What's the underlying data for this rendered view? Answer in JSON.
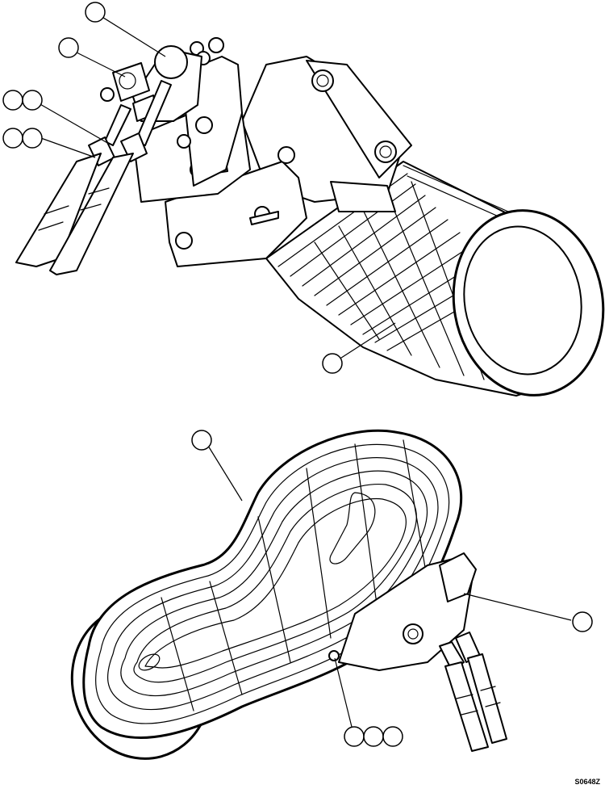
{
  "figure": {
    "code": "S0648Z",
    "ink_color": "#000000",
    "background_color": "#ffffff"
  },
  "callouts": {
    "upper_view": 7,
    "lower_view": 5
  }
}
